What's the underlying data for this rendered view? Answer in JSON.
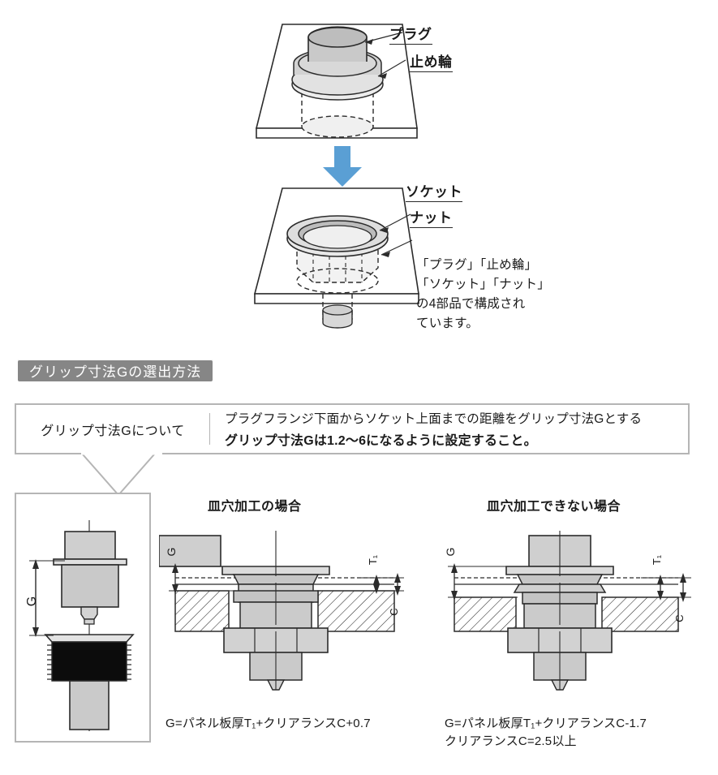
{
  "figure_top": {
    "labels": [
      {
        "name": "plug",
        "text": "プラグ"
      },
      {
        "name": "retaining-ring",
        "text": "止め輪"
      }
    ],
    "arrow_color": "#5a9fd4"
  },
  "figure_second": {
    "labels": [
      {
        "name": "socket",
        "text": "ソケット"
      },
      {
        "name": "nut",
        "text": "ナット"
      }
    ]
  },
  "description": {
    "text": "「プラグ」「止め輪」\n「ソケット」「ナット」\nの4部品で構成され\nています。"
  },
  "section": {
    "header": "グリップ寸法Gの選出方法",
    "header_bg": "#868686"
  },
  "note": {
    "label": "グリップ寸法Gについて",
    "line1": "プラグフランジ下面からソケット上面までの距離をグリップ寸法Gとする",
    "line2": "グリップ寸法Gは1.2〜6になるように設定すること。"
  },
  "detail_panel": {
    "dimension_label": "G"
  },
  "cases": [
    {
      "name": "countersink",
      "heading": "皿穴加工の場合",
      "dim_g": "G",
      "dim_t1": "T",
      "dim_t1_sub": "1",
      "dim_c": "C",
      "formula_lines": [
        "G=パネル板厚T₁+クリアランスC+0.7"
      ]
    },
    {
      "name": "no-countersink",
      "heading": "皿穴加工できない場合",
      "dim_g": "G",
      "dim_t1": "T",
      "dim_t1_sub": "1",
      "dim_c": "C",
      "formula_lines": [
        "G=パネル板厚T₁+クリアランスC-1.7",
        "クリアランスC=2.5以上"
      ]
    }
  ]
}
